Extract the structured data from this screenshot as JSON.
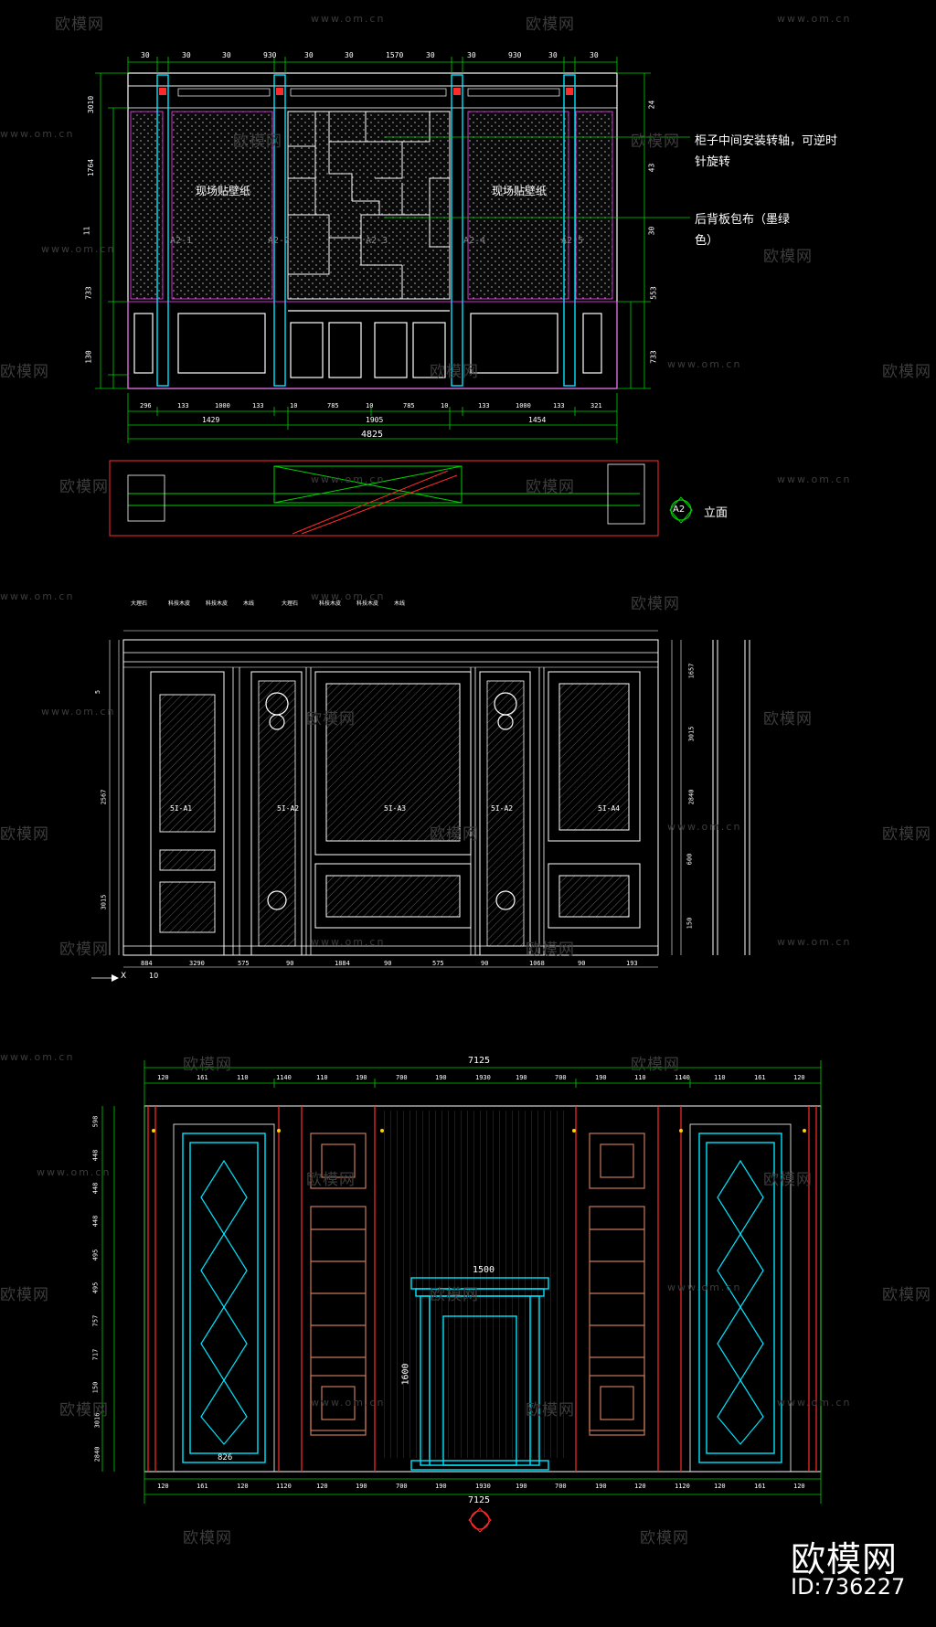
{
  "watermark": {
    "logo_text": "欧模网",
    "url_text": "www.om.cn",
    "id_text": "ID:736227"
  },
  "colors": {
    "background": "#000000",
    "white": "#ffffff",
    "cyan": "#00e5ff",
    "green": "#00d000",
    "red": "#ff2a2a",
    "magenta": "#ff40ff",
    "yellow": "#ffd000",
    "brown": "#c8785a"
  },
  "elev1": {
    "top_dims": [
      "30",
      "30",
      "30",
      "930",
      "30",
      "30",
      "1570",
      "30",
      "30",
      "930",
      "30",
      "30"
    ],
    "left_dims": [
      "3010",
      "1764",
      "11",
      "733",
      "130"
    ],
    "right_dims": [
      "24",
      "43",
      "30",
      "553",
      "733"
    ],
    "panel_text_left": "现场贴壁纸",
    "panel_text_right": "现场贴壁纸",
    "panel_codes": [
      "A2-1",
      "A2-2",
      "A2-3",
      "A2-4",
      "A2-5"
    ],
    "note1_line1": "柜子中间安装转轴，可逆时",
    "note1_line2": "针旋转",
    "note2_line1": "后背板包布（墨绿",
    "note2_line2": "色）",
    "bottom_row1": [
      "296",
      "133",
      "1000",
      "133",
      "10",
      "785",
      "10",
      "785",
      "10",
      "133",
      "1000",
      "133",
      "321"
    ],
    "bottom_row2": [
      "1429",
      "1905",
      "1454"
    ],
    "bottom_total": "4825",
    "plan_marker": "A2",
    "plan_label": "立面"
  },
  "elev2": {
    "top_notes": [
      "大理石",
      "科技木皮",
      "科技木皮",
      "木线",
      "大理石",
      "科技木皮",
      "科技木皮",
      "木线"
    ],
    "left_dims": [
      "5",
      "2567",
      "3015"
    ],
    "right_dims": [
      "1657",
      "3015",
      "2840",
      "600",
      "150"
    ],
    "panel_codes": [
      "5I-A1",
      "5I-A2",
      "5I-A3",
      "5I-A2",
      "5I-A4"
    ],
    "bottom_dims": [
      "884",
      "3290",
      "575",
      "90",
      "1884",
      "90",
      "575",
      "90",
      "1068",
      "90",
      "193"
    ],
    "axis_label": "X",
    "axis_tick": "10"
  },
  "elev3": {
    "top_total": "7125",
    "top_dims": [
      "120",
      "161",
      "110",
      "1140",
      "110",
      "190",
      "700",
      "190",
      "1930",
      "190",
      "700",
      "190",
      "110",
      "1140",
      "110",
      "161",
      "120"
    ],
    "left_dims": [
      "598",
      "448",
      "448",
      "448",
      "495",
      "495",
      "757",
      "717",
      "150",
      "3016",
      "2840"
    ],
    "fireplace_width": "1500",
    "fireplace_height": "1600",
    "bottom_dims": [
      "120",
      "161",
      "120",
      "1120",
      "120",
      "190",
      "700",
      "190",
      "1930",
      "190",
      "700",
      "190",
      "120",
      "1120",
      "120",
      "161",
      "120"
    ],
    "bottom_total": "7125",
    "door_dim": "826"
  }
}
